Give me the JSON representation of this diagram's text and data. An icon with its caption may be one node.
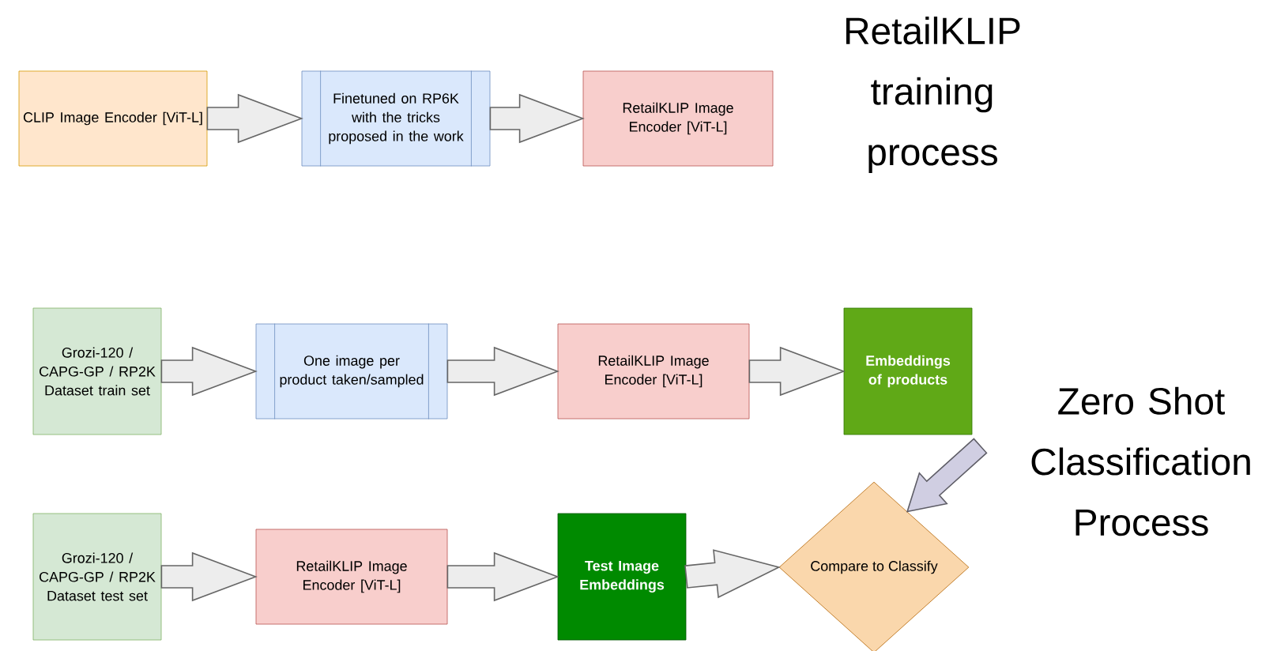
{
  "diagram": {
    "nodes": [
      {
        "text": [
          "CLIP Image Encoder [ViT-L]"
        ]
      },
      {
        "text": [
          "Finetuned on RP6K with the tricks proposed in the work"
        ]
      },
      {
        "text": [
          "RetailKLIP Image Encoder [ViT-L]"
        ]
      },
      {
        "text": [
          "Grozi-120 / CAPG-GP / RP2K Dataset train set"
        ]
      },
      {
        "text": [
          "One image per product taken/sampled"
        ]
      },
      {
        "text": [
          "RetailKLIP Image Encoder [ViT-L]"
        ]
      },
      {
        "text": [
          "Embeddings of products"
        ]
      },
      {
        "text": [
          "Grozi-120 / CAPG-GP / RP2K Dataset test set"
        ]
      },
      {
        "text": [
          "RetailKLIP Image Encoder [ViT-L]"
        ]
      },
      {
        "text": [
          "Test Image Embeddings"
        ]
      },
      {
        "text": [
          "Compare to Classify"
        ]
      }
    ],
    "edges": [
      {
        "from": 0,
        "to": 1,
        "arrow": "to"
      },
      {
        "from": 1,
        "to": 2,
        "arrow": "to"
      },
      {
        "from": 3,
        "to": 4,
        "arrow": "to"
      },
      {
        "from": 4,
        "to": 5,
        "arrow": "to"
      },
      {
        "from": 5,
        "to": 6,
        "arrow": "to"
      },
      {
        "from": 7,
        "to": 8,
        "arrow": "to"
      },
      {
        "from": 8,
        "to": 9,
        "arrow": "to"
      },
      {
        "from": 9,
        "to": 10,
        "arrow": "to"
      },
      {
        "from": 6,
        "to": 10,
        "arrow": "to",
        "color": "#d0cee2"
      }
    ],
    "labels": [
      "RetailKLIP training process",
      "Zero Shot Classification Process"
    ]
  }
}
